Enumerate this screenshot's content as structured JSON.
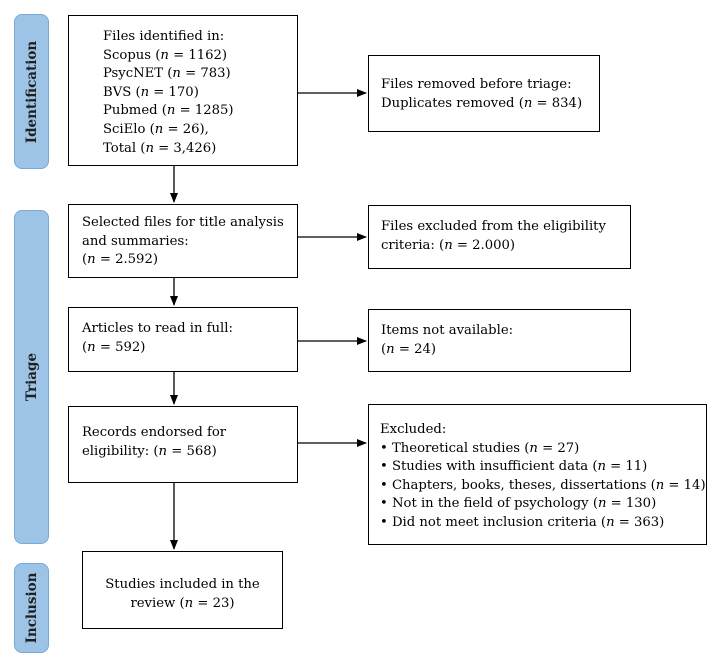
{
  "phases": {
    "identification": "Identification",
    "triage": "Triage",
    "inclusion": "Inclusion"
  },
  "boxes": {
    "identified": {
      "lines": [
        {
          "pre": "Files identified in:",
          "n": "",
          "post": ""
        },
        {
          "pre": "Scopus (",
          "n": "n",
          "post": " = 1162)"
        },
        {
          "pre": "PsycNET (",
          "n": "n",
          "post": " = 783)"
        },
        {
          "pre": "BVS (",
          "n": "n",
          "post": " = 170)"
        },
        {
          "pre": "Pubmed (",
          "n": "n",
          "post": " = 1285)"
        },
        {
          "pre": "SciElo (",
          "n": "n",
          "post": " = 26),"
        },
        {
          "pre": "Total (",
          "n": "n",
          "post": " = 3,426)"
        }
      ]
    },
    "removed": {
      "lines": [
        {
          "pre": "Files removed before triage:",
          "n": "",
          "post": ""
        },
        {
          "pre": "Duplicates removed (",
          "n": "n",
          "post": " = 834)"
        }
      ]
    },
    "selected": {
      "lines": [
        {
          "pre": "Selected files for title analysis",
          "n": "",
          "post": ""
        },
        {
          "pre": "and summaries:",
          "n": "",
          "post": ""
        },
        {
          "pre": "(",
          "n": "n",
          "post": " = 2.592)"
        }
      ]
    },
    "excluded_eligibility": {
      "lines": [
        {
          "pre": "Files excluded from the eligibility",
          "n": "",
          "post": ""
        },
        {
          "pre": "criteria: (",
          "n": "n",
          "post": " = 2.000)"
        }
      ]
    },
    "full_read": {
      "lines": [
        {
          "pre": "Articles to read in full:",
          "n": "",
          "post": ""
        },
        {
          "pre": "(",
          "n": "n",
          "post": " = 592)"
        }
      ]
    },
    "not_available": {
      "lines": [
        {
          "pre": "Items not available:",
          "n": "",
          "post": ""
        },
        {
          "pre": "(",
          "n": "n",
          "post": " = 24)"
        }
      ]
    },
    "endorsed": {
      "lines": [
        {
          "pre": "Records endorsed for",
          "n": "",
          "post": ""
        },
        {
          "pre": "eligibility: (",
          "n": "n",
          "post": " = 568)"
        }
      ]
    },
    "excluded": {
      "lines": [
        {
          "pre": "Excluded:",
          "n": "",
          "post": ""
        },
        {
          "pre": "• Theoretical studies (",
          "n": "n",
          "post": " = 27)"
        },
        {
          "pre": "• Studies with insufficient data (",
          "n": "n",
          "post": " = 11)"
        },
        {
          "pre": "• Chapters, books, theses, dissertations (",
          "n": "n",
          "post": " = 14)"
        },
        {
          "pre": "• Not in the field of psychology (",
          "n": "n",
          "post": " = 130)"
        },
        {
          "pre": "• Did not meet inclusion criteria (",
          "n": "n",
          "post": " = 363)"
        }
      ]
    },
    "included": {
      "lines": [
        {
          "pre": "Studies included in the",
          "n": "",
          "post": ""
        },
        {
          "pre": "review (",
          "n": "n",
          "post": " = 23)"
        }
      ]
    }
  }
}
